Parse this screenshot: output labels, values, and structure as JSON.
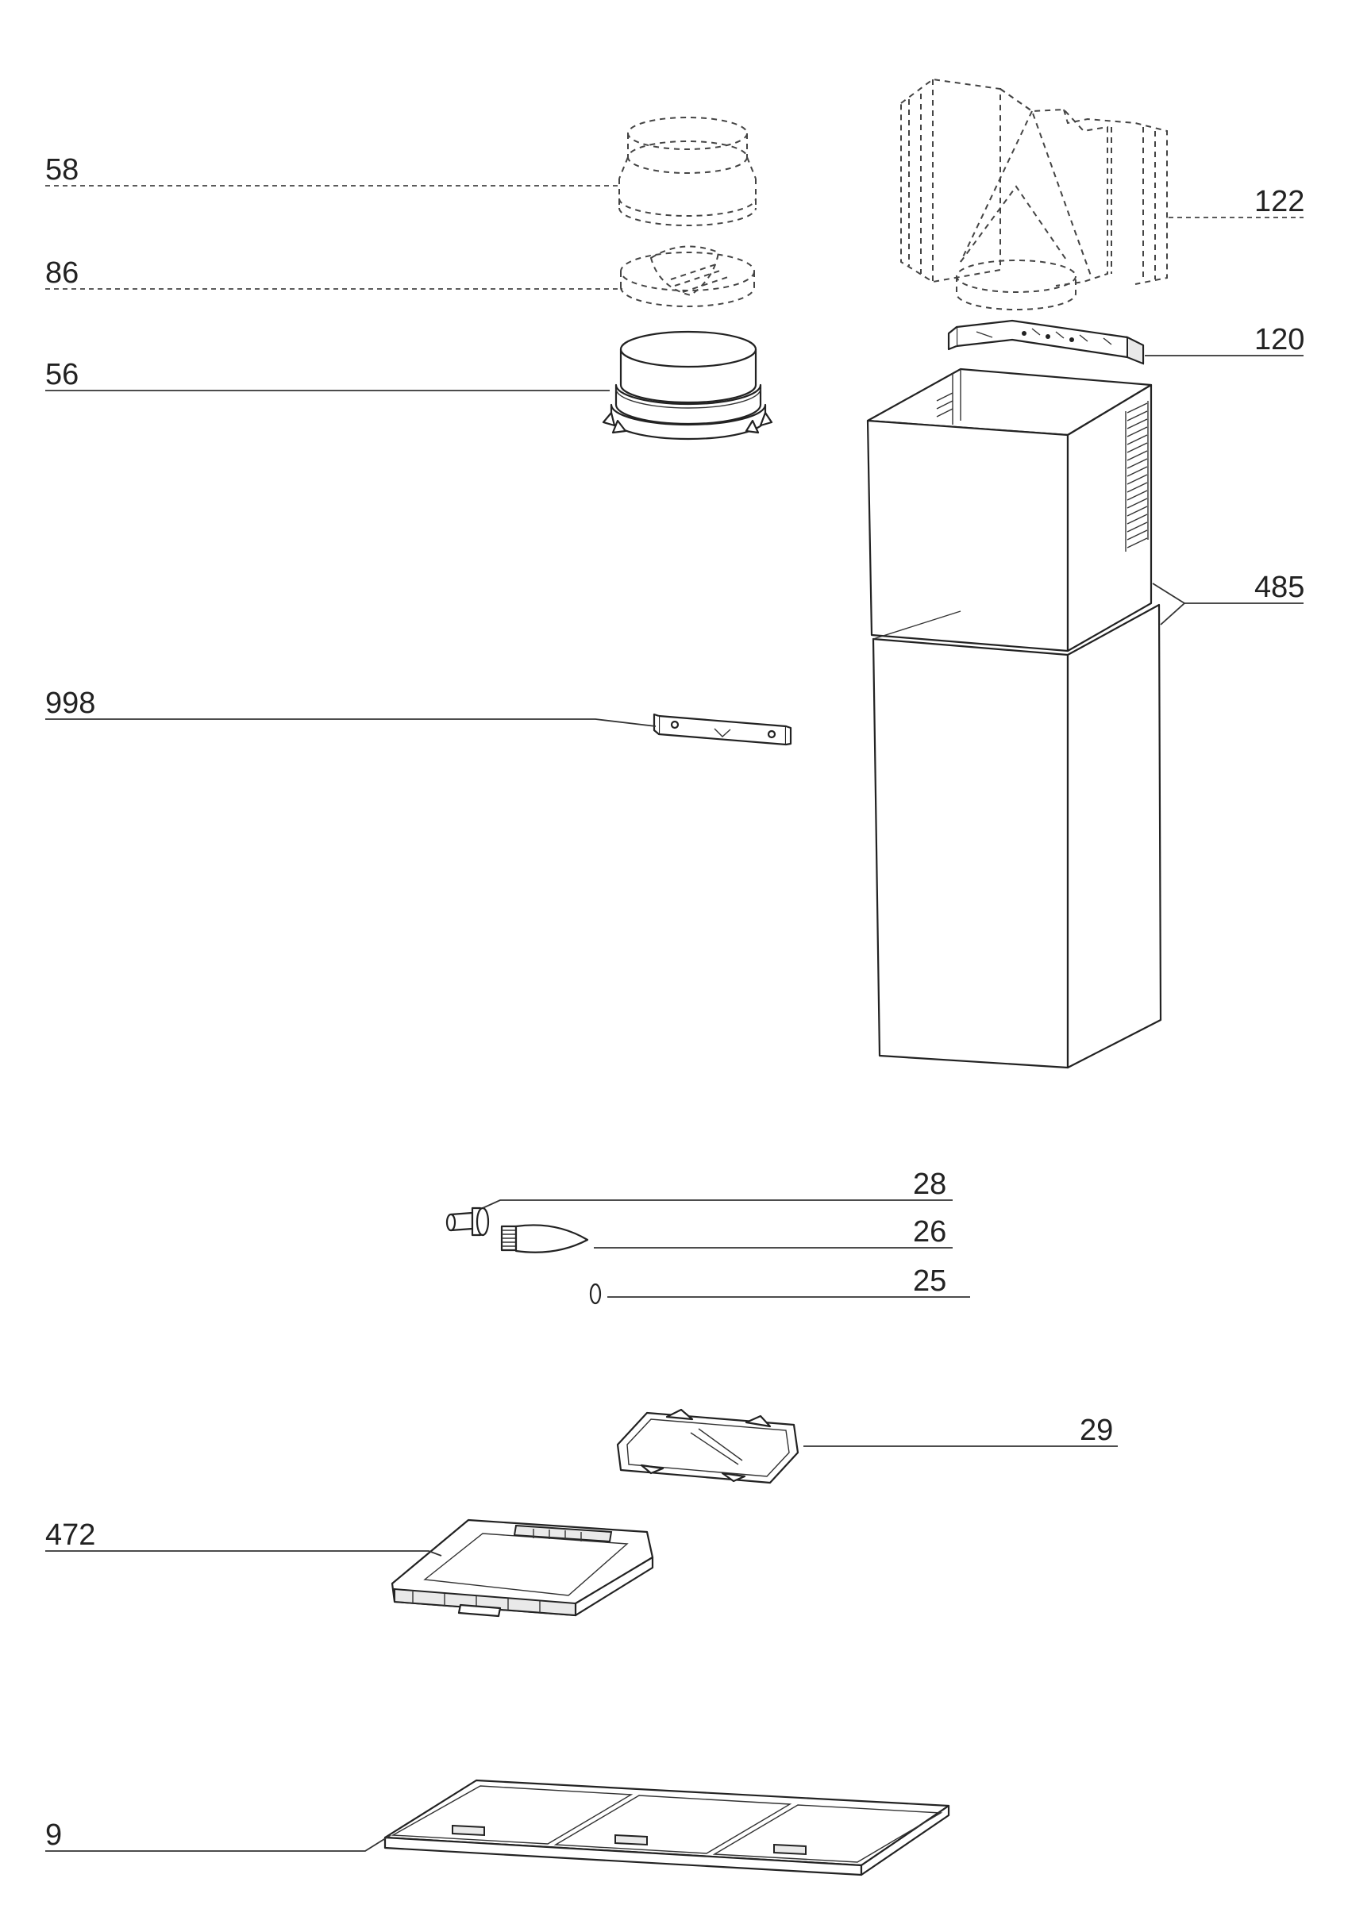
{
  "callouts": {
    "c58": "58",
    "c86": "86",
    "c56": "56",
    "c998": "998",
    "c122": "122",
    "c120": "120",
    "c485": "485",
    "c28": "28",
    "c26": "26",
    "c25": "25",
    "c29": "29",
    "c472": "472",
    "c9": "9"
  }
}
